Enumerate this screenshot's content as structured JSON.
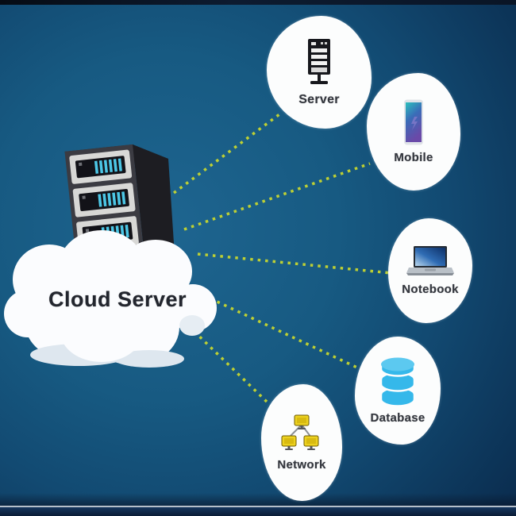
{
  "diagram": {
    "title": "Cloud Server connectivity diagram",
    "hub": {
      "label": "Cloud Server",
      "icon": "server-rack-on-cloud"
    },
    "nodes": [
      {
        "id": "server",
        "label": "Server",
        "icon": "server-tower-icon"
      },
      {
        "id": "mobile",
        "label": "Mobile",
        "icon": "smartphone-icon"
      },
      {
        "id": "notebook",
        "label": "Notebook",
        "icon": "laptop-icon"
      },
      {
        "id": "database",
        "label": "Database",
        "icon": "database-icon"
      },
      {
        "id": "network",
        "label": "Network",
        "icon": "network-nodes-icon"
      }
    ],
    "connections": [
      {
        "from": "Cloud Server",
        "to": "Server",
        "style": "dotted"
      },
      {
        "from": "Cloud Server",
        "to": "Mobile",
        "style": "dotted"
      },
      {
        "from": "Cloud Server",
        "to": "Notebook",
        "style": "dotted"
      },
      {
        "from": "Cloud Server",
        "to": "Database",
        "style": "dotted"
      },
      {
        "from": "Cloud Server",
        "to": "Network",
        "style": "dotted"
      }
    ],
    "colors": {
      "background_center": "#1e6590",
      "background_edge": "#0a2b4d",
      "top_bar": "#0a1526",
      "bottom_bar": "#0a1c36",
      "bottom_divider": "#b5bfca",
      "connector": "#c6d62f",
      "node_fill": "#fcfdfd",
      "label_text": "#33363d",
      "hub_text": "#23262e",
      "database_icon": "#35b8ea",
      "network_icon": "#ecd11f",
      "rack_led": "#4cc7e6"
    }
  }
}
